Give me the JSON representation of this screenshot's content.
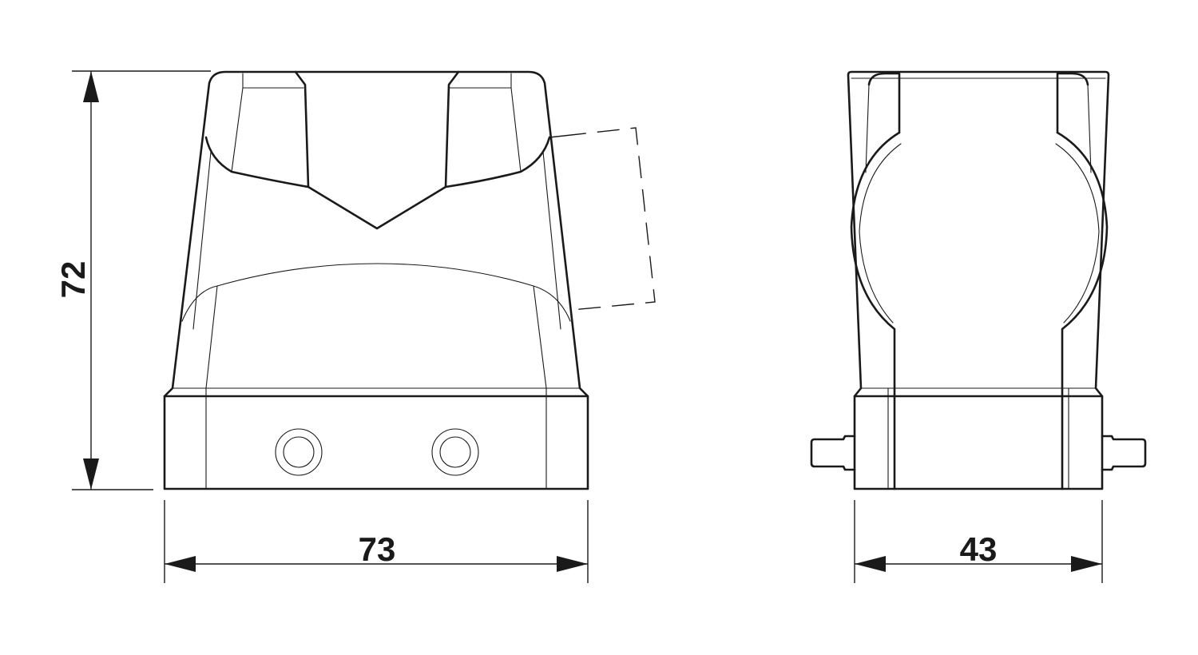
{
  "dimensions": {
    "height": "72",
    "front_width": "73",
    "side_width": "43"
  }
}
